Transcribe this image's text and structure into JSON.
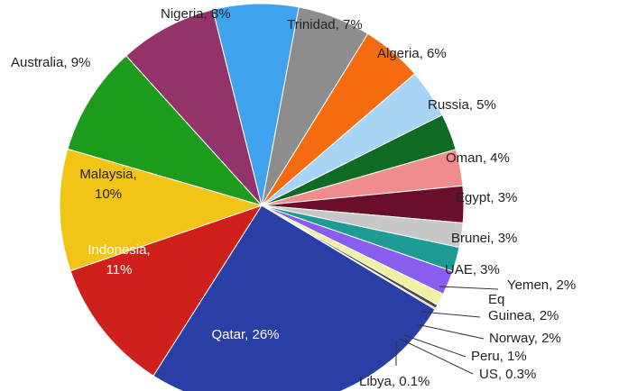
{
  "chart_data": {
    "type": "pie",
    "slices": [
      {
        "label": "Qatar, 26%",
        "value": 26,
        "color": "#2a3fa6",
        "label_color": "#ffffff"
      },
      {
        "label": "Indonesia, 11%",
        "label_lines": [
          "Indonesia,",
          "11%"
        ],
        "value": 11,
        "color": "#d0201b",
        "label_color": "#ffffff"
      },
      {
        "label": "Malaysia, 10%",
        "label_lines": [
          "Malaysia,",
          "10%"
        ],
        "value": 10,
        "color": "#f1c416",
        "label_color": "#222222"
      },
      {
        "label": "Australia, 9%",
        "value": 9,
        "color": "#1c9b1c",
        "label_color": "#222222"
      },
      {
        "label": "Nigeria, 8%",
        "value": 8,
        "color": "#92336a",
        "label_color": "#222222"
      },
      {
        "label": "Trinidad, 7%",
        "value": 7,
        "color": "#3fa3ee",
        "label_color": "#222222"
      },
      {
        "label": "Algeria, 6%",
        "value": 6,
        "color": "#8d8d8d",
        "label_color": "#222222"
      },
      {
        "label": "Russia, 5%",
        "value": 5,
        "color": "#f56b0f",
        "label_color": "#222222"
      },
      {
        "label": "Oman, 4%",
        "value": 4,
        "color": "#a8d4f5",
        "label_color": "#222222"
      },
      {
        "label": "Egypt, 3%",
        "value": 3,
        "color": "#0f6a24",
        "label_color": "#222222"
      },
      {
        "label": "Brunei, 3%",
        "value": 3,
        "color": "#ef8c8c",
        "label_color": "#222222"
      },
      {
        "label": "UAE, 3%",
        "value": 3,
        "color": "#6a0f2a",
        "label_color": "#222222"
      },
      {
        "label": "Yemen, 2%",
        "value": 2,
        "color": "#c7c7c7",
        "label_color": "#222222"
      },
      {
        "label": "Eq Guinea, 2%",
        "label_lines": [
          "Eq",
          "Guinea, 2%"
        ],
        "value": 2,
        "color": "#1c9c94",
        "label_color": "#222222"
      },
      {
        "label": "Norway, 2%",
        "value": 2,
        "color": "#8b5cf0",
        "label_color": "#222222"
      },
      {
        "label": "Peru, 1%",
        "value": 1,
        "color": "#f2f0a3",
        "label_color": "#222222"
      },
      {
        "label": "US, 0.3%",
        "value": 0.3,
        "color": "#4a4a4a",
        "label_color": "#222222"
      },
      {
        "label": "Libya, 0.1%",
        "value": 0.1,
        "color": "#b8860b",
        "label_color": "#222222"
      }
    ]
  }
}
